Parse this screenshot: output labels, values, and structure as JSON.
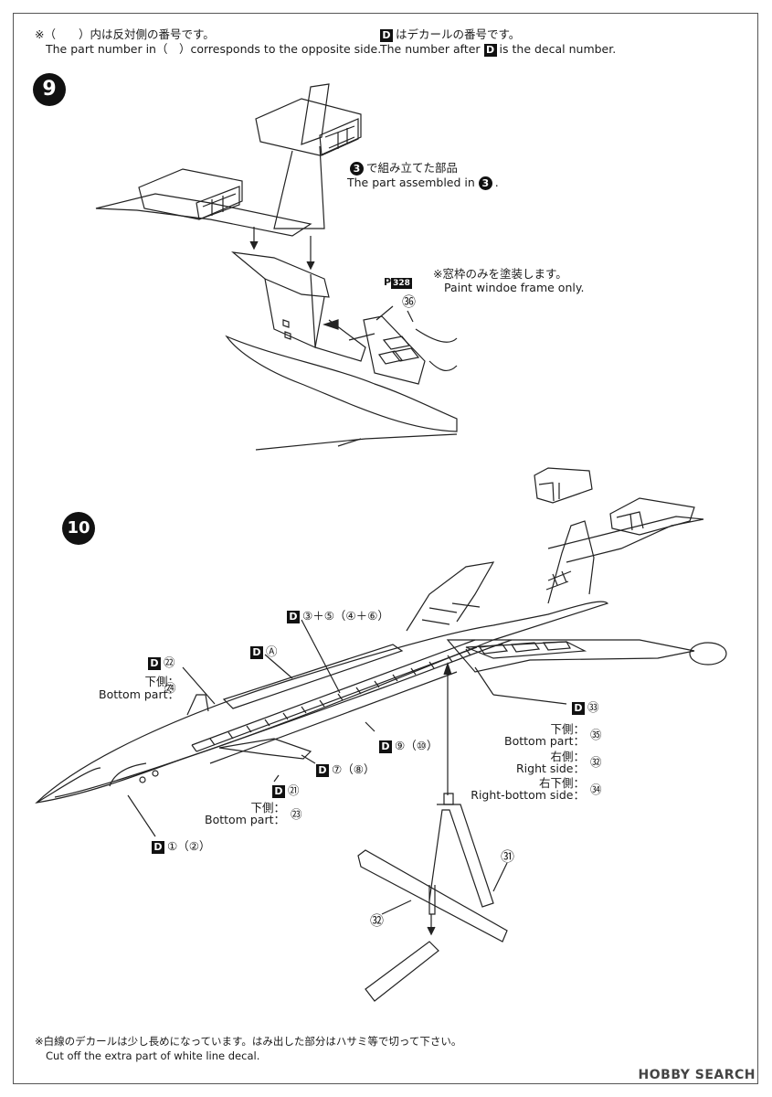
{
  "header": {
    "left_jp": "※（　　）内は反対側の番号です。",
    "left_en": "The part number in（　）corresponds to the opposite side.",
    "right_d": "D",
    "right_jp": "はデカールの番号です。",
    "right_en_a": "The number after",
    "right_en_b": "is the decal number."
  },
  "step9": {
    "number": "9",
    "assembled_badge": "3",
    "assembled_jp": "で組み立てた部品",
    "assembled_en": "The part assembled in",
    "assembled_en_end": ".",
    "paint_code": "P",
    "paint_num": "328",
    "paint_jp": "※窓枠のみを塗装します。",
    "paint_en": "Paint windoe frame only.",
    "part_num": "㊱"
  },
  "step10": {
    "number": "10",
    "d_label": "D",
    "decal_top": "③＋⑤（④＋⑥）",
    "decal_a": "Ⓐ",
    "decal_22": "㉒",
    "bottom_jp_24": "下側：",
    "bottom_en_24": "Bottom part：",
    "num_24": "㉔",
    "decal_33": "㉝",
    "bottom_jp_35": "下側：",
    "bottom_en_35": "Bottom part：",
    "num_35": "㉟",
    "right_jp": "右側：",
    "right_en": "Right side：",
    "num_32r": "㉜",
    "rb_jp": "右下側：",
    "rb_en": "Right-bottom side：",
    "num_34": "㉞",
    "decal_9": "⑨（⑩）",
    "decal_7": "⑦（⑧）",
    "decal_21": "㉑",
    "bottom_jp_23": "下側：",
    "bottom_en_23": "Bottom part：",
    "num_23": "㉓",
    "decal_1": "①（②）",
    "part_31": "㉛",
    "part_32": "㉜"
  },
  "footer": {
    "jp": "※白線のデカールは少し長めになっています。はみ出した部分はハサミ等で切って下さい。",
    "en": "Cut off the extra part of white line decal."
  },
  "watermark": "HOBBY SEARCH"
}
